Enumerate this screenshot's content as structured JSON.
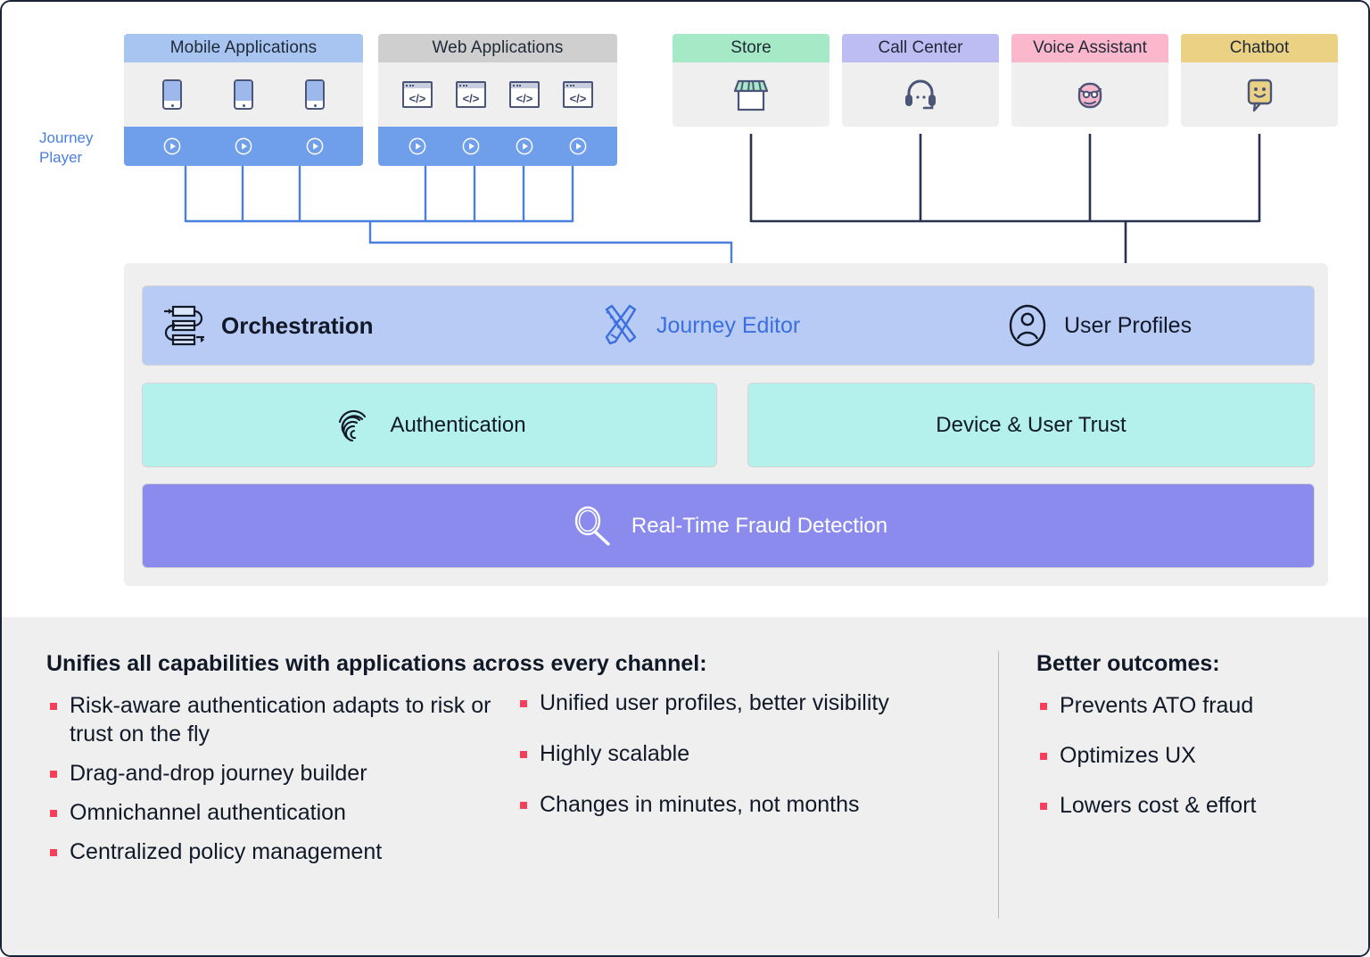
{
  "diagram": {
    "journey_player_label": "Journey\nPlayer",
    "journey_player_line1": "Journey",
    "journey_player_line2": "Player",
    "app_groups": [
      {
        "id": "mobile",
        "title": "Mobile Applications",
        "header_color": "#a8c4f0",
        "icon": "phone-icon",
        "icon_count": 3,
        "player_icon": "play-circle-icon",
        "player_color": "#6f9eeb"
      },
      {
        "id": "web",
        "title": "Web Applications",
        "header_color": "#cfcfcf",
        "icon": "code-window-icon",
        "icon_count": 4,
        "player_icon": "play-circle-icon",
        "player_color": "#6f9eeb"
      }
    ],
    "channels": [
      {
        "id": "store",
        "title": "Store",
        "header_color": "#a6e9c6",
        "icon": "storefront-icon"
      },
      {
        "id": "call-center",
        "title": "Call Center",
        "header_color": "#bdbdf4",
        "icon": "headset-icon"
      },
      {
        "id": "voice-assistant",
        "title": "Voice Assistant",
        "header_color": "#fbb7cb",
        "icon": "smart-speaker-icon"
      },
      {
        "id": "chatbot",
        "title": "Chatbot",
        "header_color": "#ebd184",
        "icon": "chat-bubble-face-icon"
      }
    ],
    "platform": {
      "top_row": [
        {
          "id": "orchestration",
          "label": "Orchestration",
          "icon": "orchestration-flow-icon",
          "color": "#111827",
          "bold": true
        },
        {
          "id": "journey-editor",
          "label": "Journey Editor",
          "icon": "pencil-ruler-icon",
          "color": "#3b6fe0",
          "bold": false
        },
        {
          "id": "user-profiles",
          "label": "User Profiles",
          "icon": "user-circle-icon",
          "color": "#111827",
          "bold": false
        }
      ],
      "capability_rows": [
        {
          "id": "authentication",
          "label": "Authentication",
          "icon": "fingerprint-icon",
          "bg": "#b4f0ec",
          "text": "#111827"
        },
        {
          "id": "device-user-trust",
          "label": "Device & User Trust",
          "icon": "none",
          "bg": "#b4f0ec",
          "text": "#111827"
        }
      ],
      "bottom_row": {
        "id": "fraud-detection",
        "label": "Real-Time Fraud Detection",
        "icon": "magnifier-icon",
        "bg": "#8b8bee",
        "text": "#ffffff"
      }
    },
    "connector_colors": {
      "app_lines": "#4a7fe0",
      "channel_lines": "#293350",
      "internal_lines": "#9a9a9a"
    }
  },
  "summary": {
    "left_title": "Unifies all capabilities with applications across every channel:",
    "left_bullets": [
      "Risk-aware authentication adapts to risk or trust on the fly",
      "Drag-and-drop journey builder",
      "Omnichannel authentication",
      "Centralized policy management"
    ],
    "mid_bullets": [
      "Unified user profiles, better visibility",
      "Highly scalable",
      "Changes in minutes, not months"
    ],
    "right_title": "Better outcomes:",
    "right_bullets": [
      "Prevents ATO fraud",
      "Optimizes UX",
      "Lowers cost & effort"
    ],
    "bullet_color": "#f4405a"
  }
}
